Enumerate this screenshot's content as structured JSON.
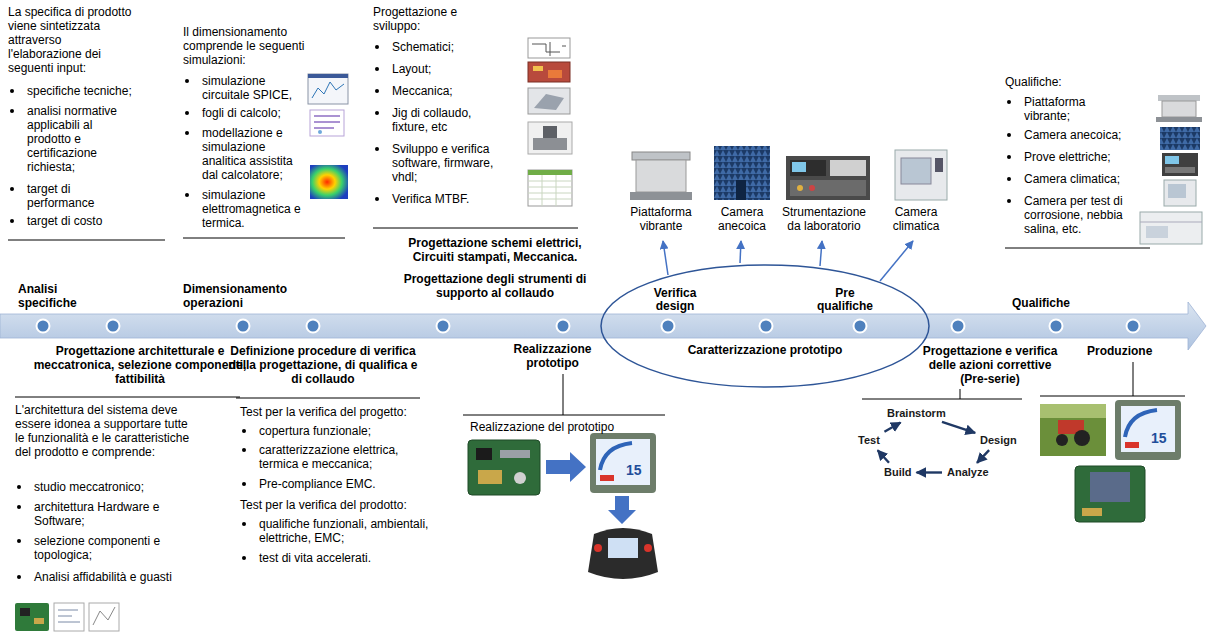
{
  "diagram": {
    "nodes": [
      {
        "text": [
          "Verifica design",
          "Pre qualifiche",
          "Caratterizzazione prototipo"
        ]
      },
      {
        "text": [
          "Brainstorm"
        ]
      },
      {
        "text": [
          "Design"
        ]
      },
      {
        "text": [
          "Analyze"
        ]
      },
      {
        "text": [
          "Build"
        ]
      },
      {
        "text": [
          "Test"
        ]
      }
    ],
    "edges": [
      {
        "from": 1,
        "to": 2,
        "arrow": "to"
      },
      {
        "from": 2,
        "to": 3,
        "arrow": "to"
      },
      {
        "from": 3,
        "to": 4,
        "arrow": "to"
      },
      {
        "from": 4,
        "to": 5,
        "arrow": "to"
      },
      {
        "from": 5,
        "to": 1,
        "arrow": "to"
      }
    ],
    "labels": [
      "La specifica di prodotto viene sintetizzata attraverso l'elaborazione dei seguenti input:",
      "specifiche tecniche;",
      "analisi normative applicabili al prodotto e certificazione richiesta;",
      "target di performance",
      "target di costo",
      "Analisi specifiche",
      "Il dimensionamento comprende le seguenti simulazioni:",
      "simulazione circuitale SPICE,",
      "fogli di calcolo;",
      "modellazione e simulazione analitica assistita dal calcolatore;",
      "simulazione elettromagnetica e termica.",
      "Dimensionamento operazioni",
      "Progettazione e sviluppo:",
      "Schematici;",
      "Layout;",
      "Meccanica;",
      "Jig di collaudo, fixture, etc",
      "Sviluppo e verifica software, firmware, vhdl;",
      "Verifica MTBF.",
      "Progettazione schemi elettrici, Circuiti stampati, Meccanica.",
      "Progettazione degli strumenti di supporto al collaudo",
      "Piattaforma vibrante",
      "Camera anecoica",
      "Strumentazione da laboratorio",
      "Camera climatica",
      "Qualifiche:",
      "Piattaforma vibrante;",
      "Camera anecoica;",
      "Prove elettriche;",
      "Camera climatica;",
      "Camera per test di corrosione, nebbia salina, etc.",
      "Qualifiche",
      "Progettazione architetturale e meccatronica, selezione componenti, fattibilità",
      "L'architettura del sistema deve essere idonea a supportare tutte le funzionalità e le caratteristiche del prodotto e comprende:",
      "studio meccatronico;",
      "architettura Hardware e Software;",
      "selezione componenti e topologica;",
      "Analisi affidabilità e guasti",
      "Definizione procedure di verifica della progettazione, di qualifica e di collaudo",
      "Test per la verifica del progetto:",
      "copertura funzionale;",
      "caratterizzazione elettrica, termica e meccanica;",
      "Pre-compliance EMC.",
      "Test per la verifica del prodotto:",
      "qualifiche funzionali, ambientali, elettriche, EMC;",
      "test di vita accelerati.",
      "Realizzazione prototipo",
      "Realizzazione del prototipo",
      "15",
      "Progettazione e verifica delle azioni correttive (Pre-serie)",
      "Produzione",
      "15"
    ]
  }
}
